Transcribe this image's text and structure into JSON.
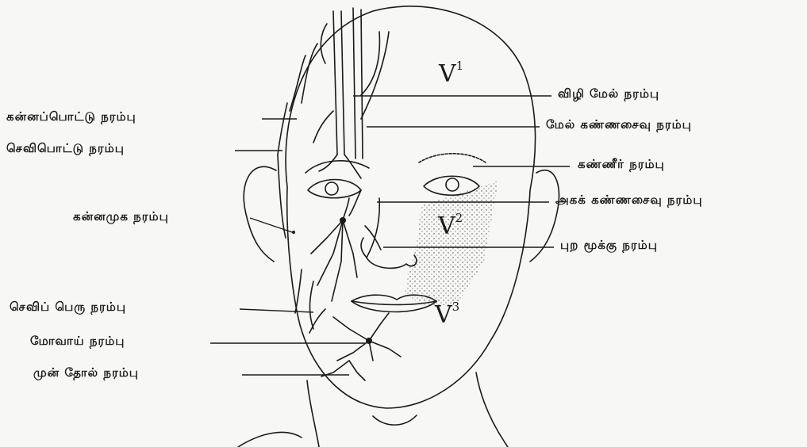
{
  "regions": {
    "v1": {
      "base": "V",
      "sup": "1"
    },
    "v2": {
      "base": "V",
      "sup": "2"
    },
    "v3": {
      "base": "V",
      "sup": "3"
    }
  },
  "labels": {
    "left": [
      "கன்னப்பொட்டு நரம்பு",
      "செவிபொட்டு நரம்பு",
      "கன்னமுக நரம்பு",
      "செவிப் பெரு நரம்பு",
      "மோவாய் நரம்பு",
      "முன் தோல் நரம்பு"
    ],
    "right": [
      "விழி மேல் நரம்பு",
      "மேல் கண்ணசைவு நரம்பு",
      "கண்ணீர் நரம்பு",
      "அகக் கண்ணசைவு நரம்பு",
      "புற மூக்கு நரம்பு"
    ]
  },
  "colors": {
    "ink": "#1a1a1a",
    "background": "#f7f7f5"
  }
}
